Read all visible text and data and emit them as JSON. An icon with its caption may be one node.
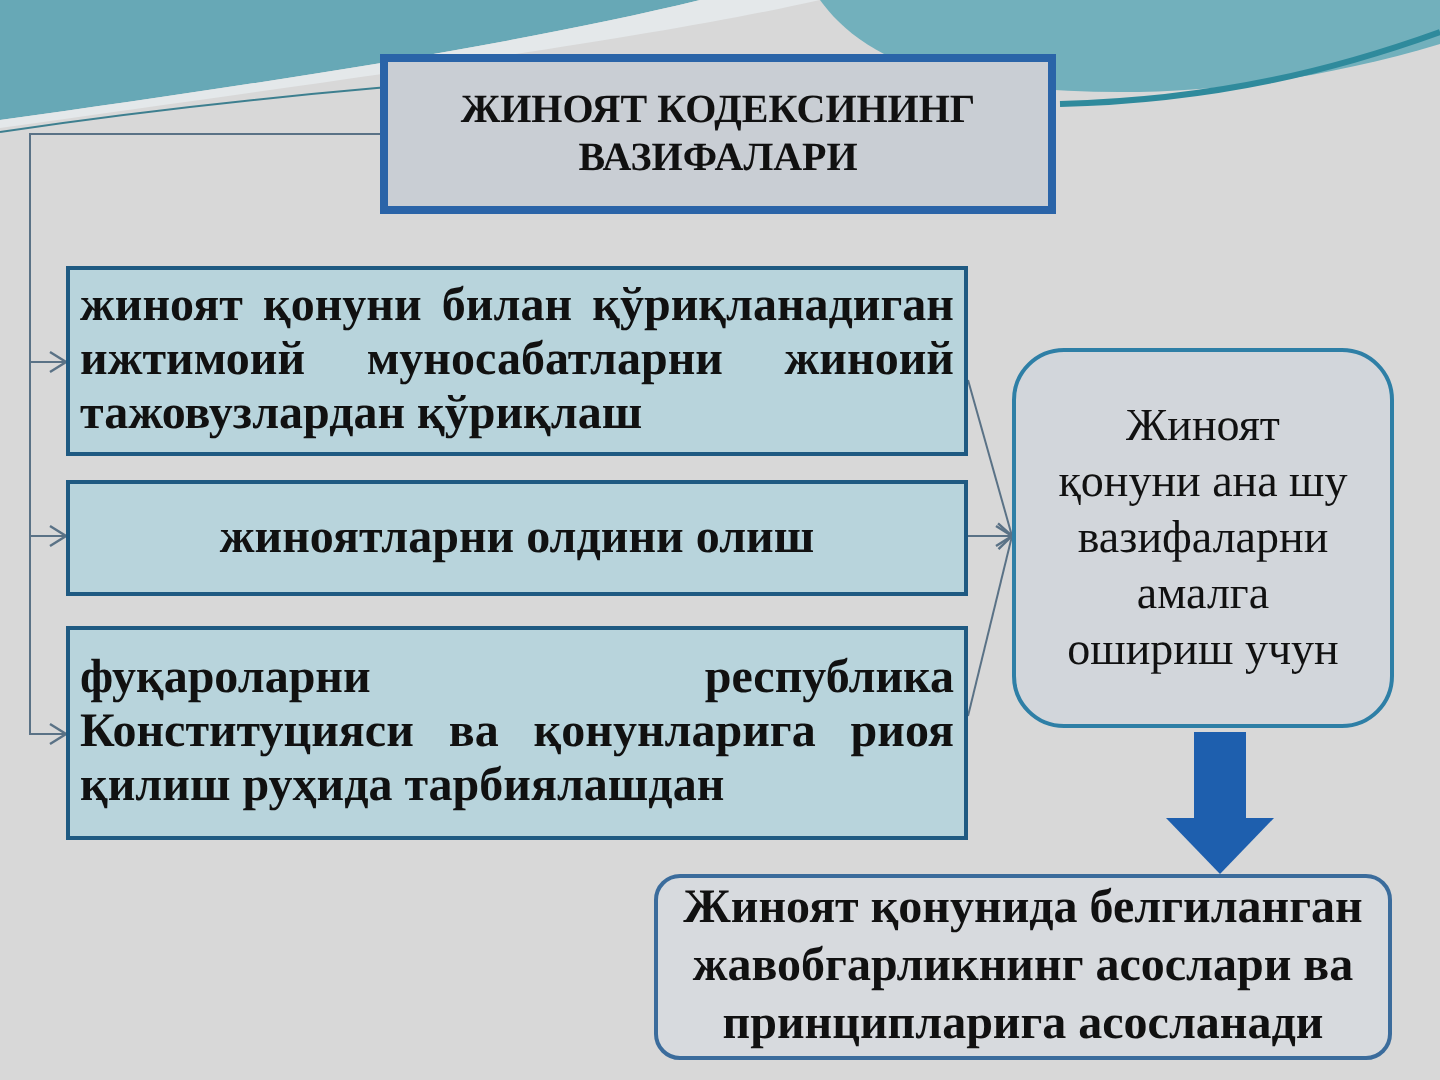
{
  "diagram": {
    "nodes": [
      {
        "text": [
          "ЖИНОЯТ КОДЕКСИНИНГ ВАЗИФАЛАРИ"
        ]
      },
      {
        "text": [
          "жиноят қонуни билан қўриқланадиган ижтимоий муносабатларни жиноий тажовузлардан қўриқлаш"
        ]
      },
      {
        "text": [
          "жиноятларни олдини олиш"
        ]
      },
      {
        "text": [
          "фуқароларни республика Конституцияси ва қонунларига риоя қилиш руҳида тарбиялашдан"
        ]
      },
      {
        "text": [
          "Жиноят қонуни ана шу вазифаларни амалга ошириш учун"
        ]
      },
      {
        "text": [
          "Жиноят қонунида белгиланган жавобгарликнинг асослари ва принципларига асосланади"
        ]
      }
    ],
    "edges": [
      {
        "from": 0,
        "to": 1,
        "arrow": "to"
      },
      {
        "from": 0,
        "to": 2,
        "arrow": "to"
      },
      {
        "from": 0,
        "to": 3,
        "arrow": "to"
      },
      {
        "from": 1,
        "to": 4,
        "arrow": "to"
      },
      {
        "from": 2,
        "to": 4,
        "arrow": "to"
      },
      {
        "from": 3,
        "to": 4,
        "arrow": "to"
      },
      {
        "from": 4,
        "to": 5,
        "arrow": "to",
        "style": "thick",
        "color": "#1e5fae"
      }
    ]
  }
}
